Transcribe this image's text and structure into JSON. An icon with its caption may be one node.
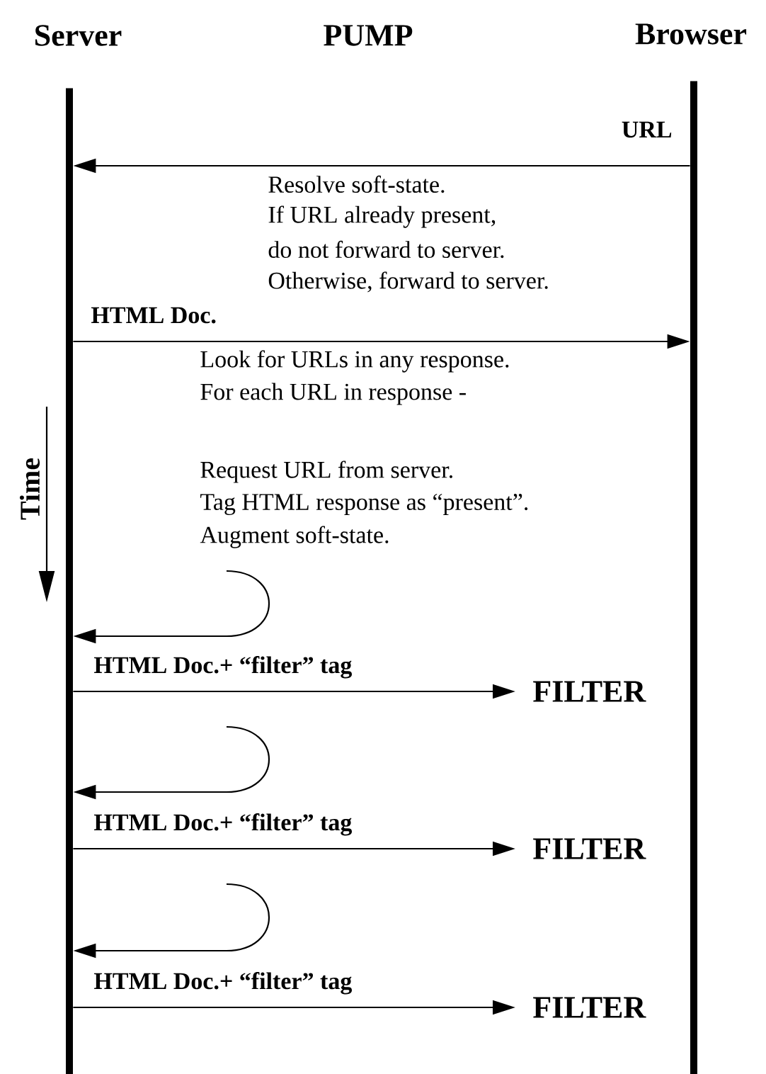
{
  "diagram": {
    "nodes": [
      {
        "text": [
          "Server"
        ]
      },
      {
        "text": [
          "Browser"
        ]
      },
      {
        "text": [
          "FILTER"
        ]
      },
      {
        "text": [
          "FILTER"
        ]
      },
      {
        "text": [
          "FILTER"
        ]
      }
    ],
    "edges": [
      {
        "from": 1,
        "to": 0,
        "arrow": "to",
        "label": "URL"
      },
      {
        "from": 0,
        "to": 1,
        "arrow": "to",
        "label": "HTML Doc."
      },
      {
        "from": null,
        "to": 0,
        "arrow": "to"
      },
      {
        "from": 0,
        "to": 2,
        "arrow": "to",
        "label": "HTML Doc.+ “filter” tag"
      },
      {
        "from": null,
        "to": 0,
        "arrow": "to"
      },
      {
        "from": 0,
        "to": 3,
        "arrow": "to",
        "label": "HTML Doc.+ “filter” tag"
      },
      {
        "from": null,
        "to": 0,
        "arrow": "to"
      },
      {
        "from": 0,
        "to": 4,
        "arrow": "to",
        "label": "HTML Doc.+ “filter” tag"
      }
    ],
    "labels": [
      "PUMP",
      "Resolve soft-state.",
      "If URL already present,",
      "do not forward to server.",
      "Otherwise, forward to server.",
      "Look for URLs in any response.",
      "For each URL in response -",
      "Time",
      "Request URL from server.",
      "Tag HTML response as “present”.",
      "Augment soft-state."
    ]
  }
}
